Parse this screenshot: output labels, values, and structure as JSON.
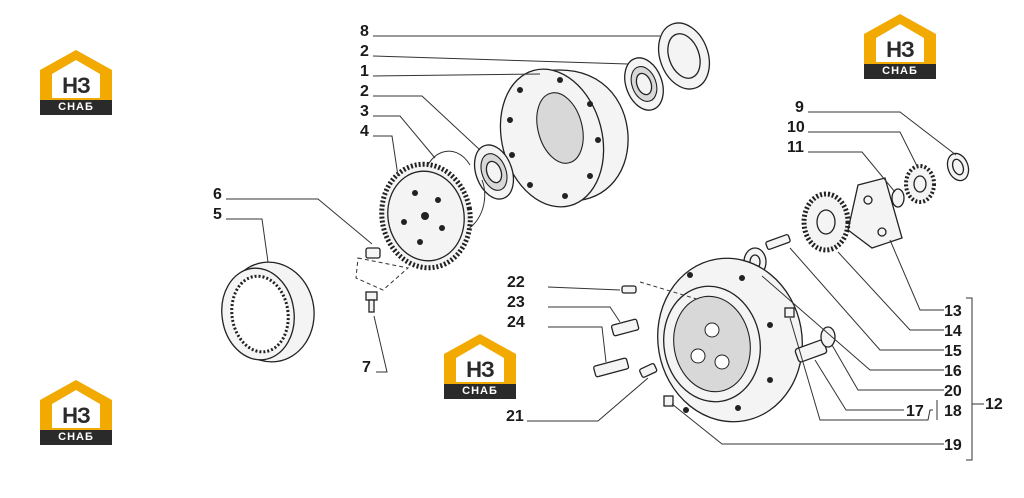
{
  "brand": {
    "logo_main": "НЗ",
    "logo_sub": "СНАБ",
    "accent_color": "#f2a900",
    "dark_color": "#2a2a2a"
  },
  "callouts": [
    {
      "id": "c8",
      "text": "8"
    },
    {
      "id": "c2a",
      "text": "2"
    },
    {
      "id": "c1",
      "text": "1"
    },
    {
      "id": "c2b",
      "text": "2"
    },
    {
      "id": "c3",
      "text": "3"
    },
    {
      "id": "c4",
      "text": "4"
    },
    {
      "id": "c6",
      "text": "6"
    },
    {
      "id": "c5",
      "text": "5"
    },
    {
      "id": "c7",
      "text": "7"
    },
    {
      "id": "c9",
      "text": "9"
    },
    {
      "id": "c10",
      "text": "10"
    },
    {
      "id": "c11",
      "text": "11"
    },
    {
      "id": "c22",
      "text": "22"
    },
    {
      "id": "c23",
      "text": "23"
    },
    {
      "id": "c24",
      "text": "24"
    },
    {
      "id": "c21",
      "text": "21"
    },
    {
      "id": "c13",
      "text": "13"
    },
    {
      "id": "c14",
      "text": "14"
    },
    {
      "id": "c15",
      "text": "15"
    },
    {
      "id": "c16",
      "text": "16"
    },
    {
      "id": "c20",
      "text": "20"
    },
    {
      "id": "c17",
      "text": "17"
    },
    {
      "id": "c18",
      "text": "18"
    },
    {
      "id": "c12",
      "text": "12"
    },
    {
      "id": "c19",
      "text": "19"
    }
  ]
}
